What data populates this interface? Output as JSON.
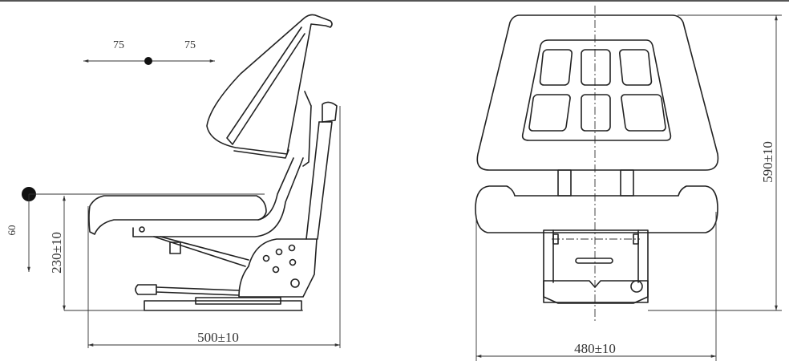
{
  "side_view": {
    "offset_left": "75",
    "offset_right": "75",
    "drop": "60",
    "seat_height": "230±10",
    "depth": "500±10"
  },
  "front_view": {
    "height": "590±10",
    "width": "480±10"
  }
}
